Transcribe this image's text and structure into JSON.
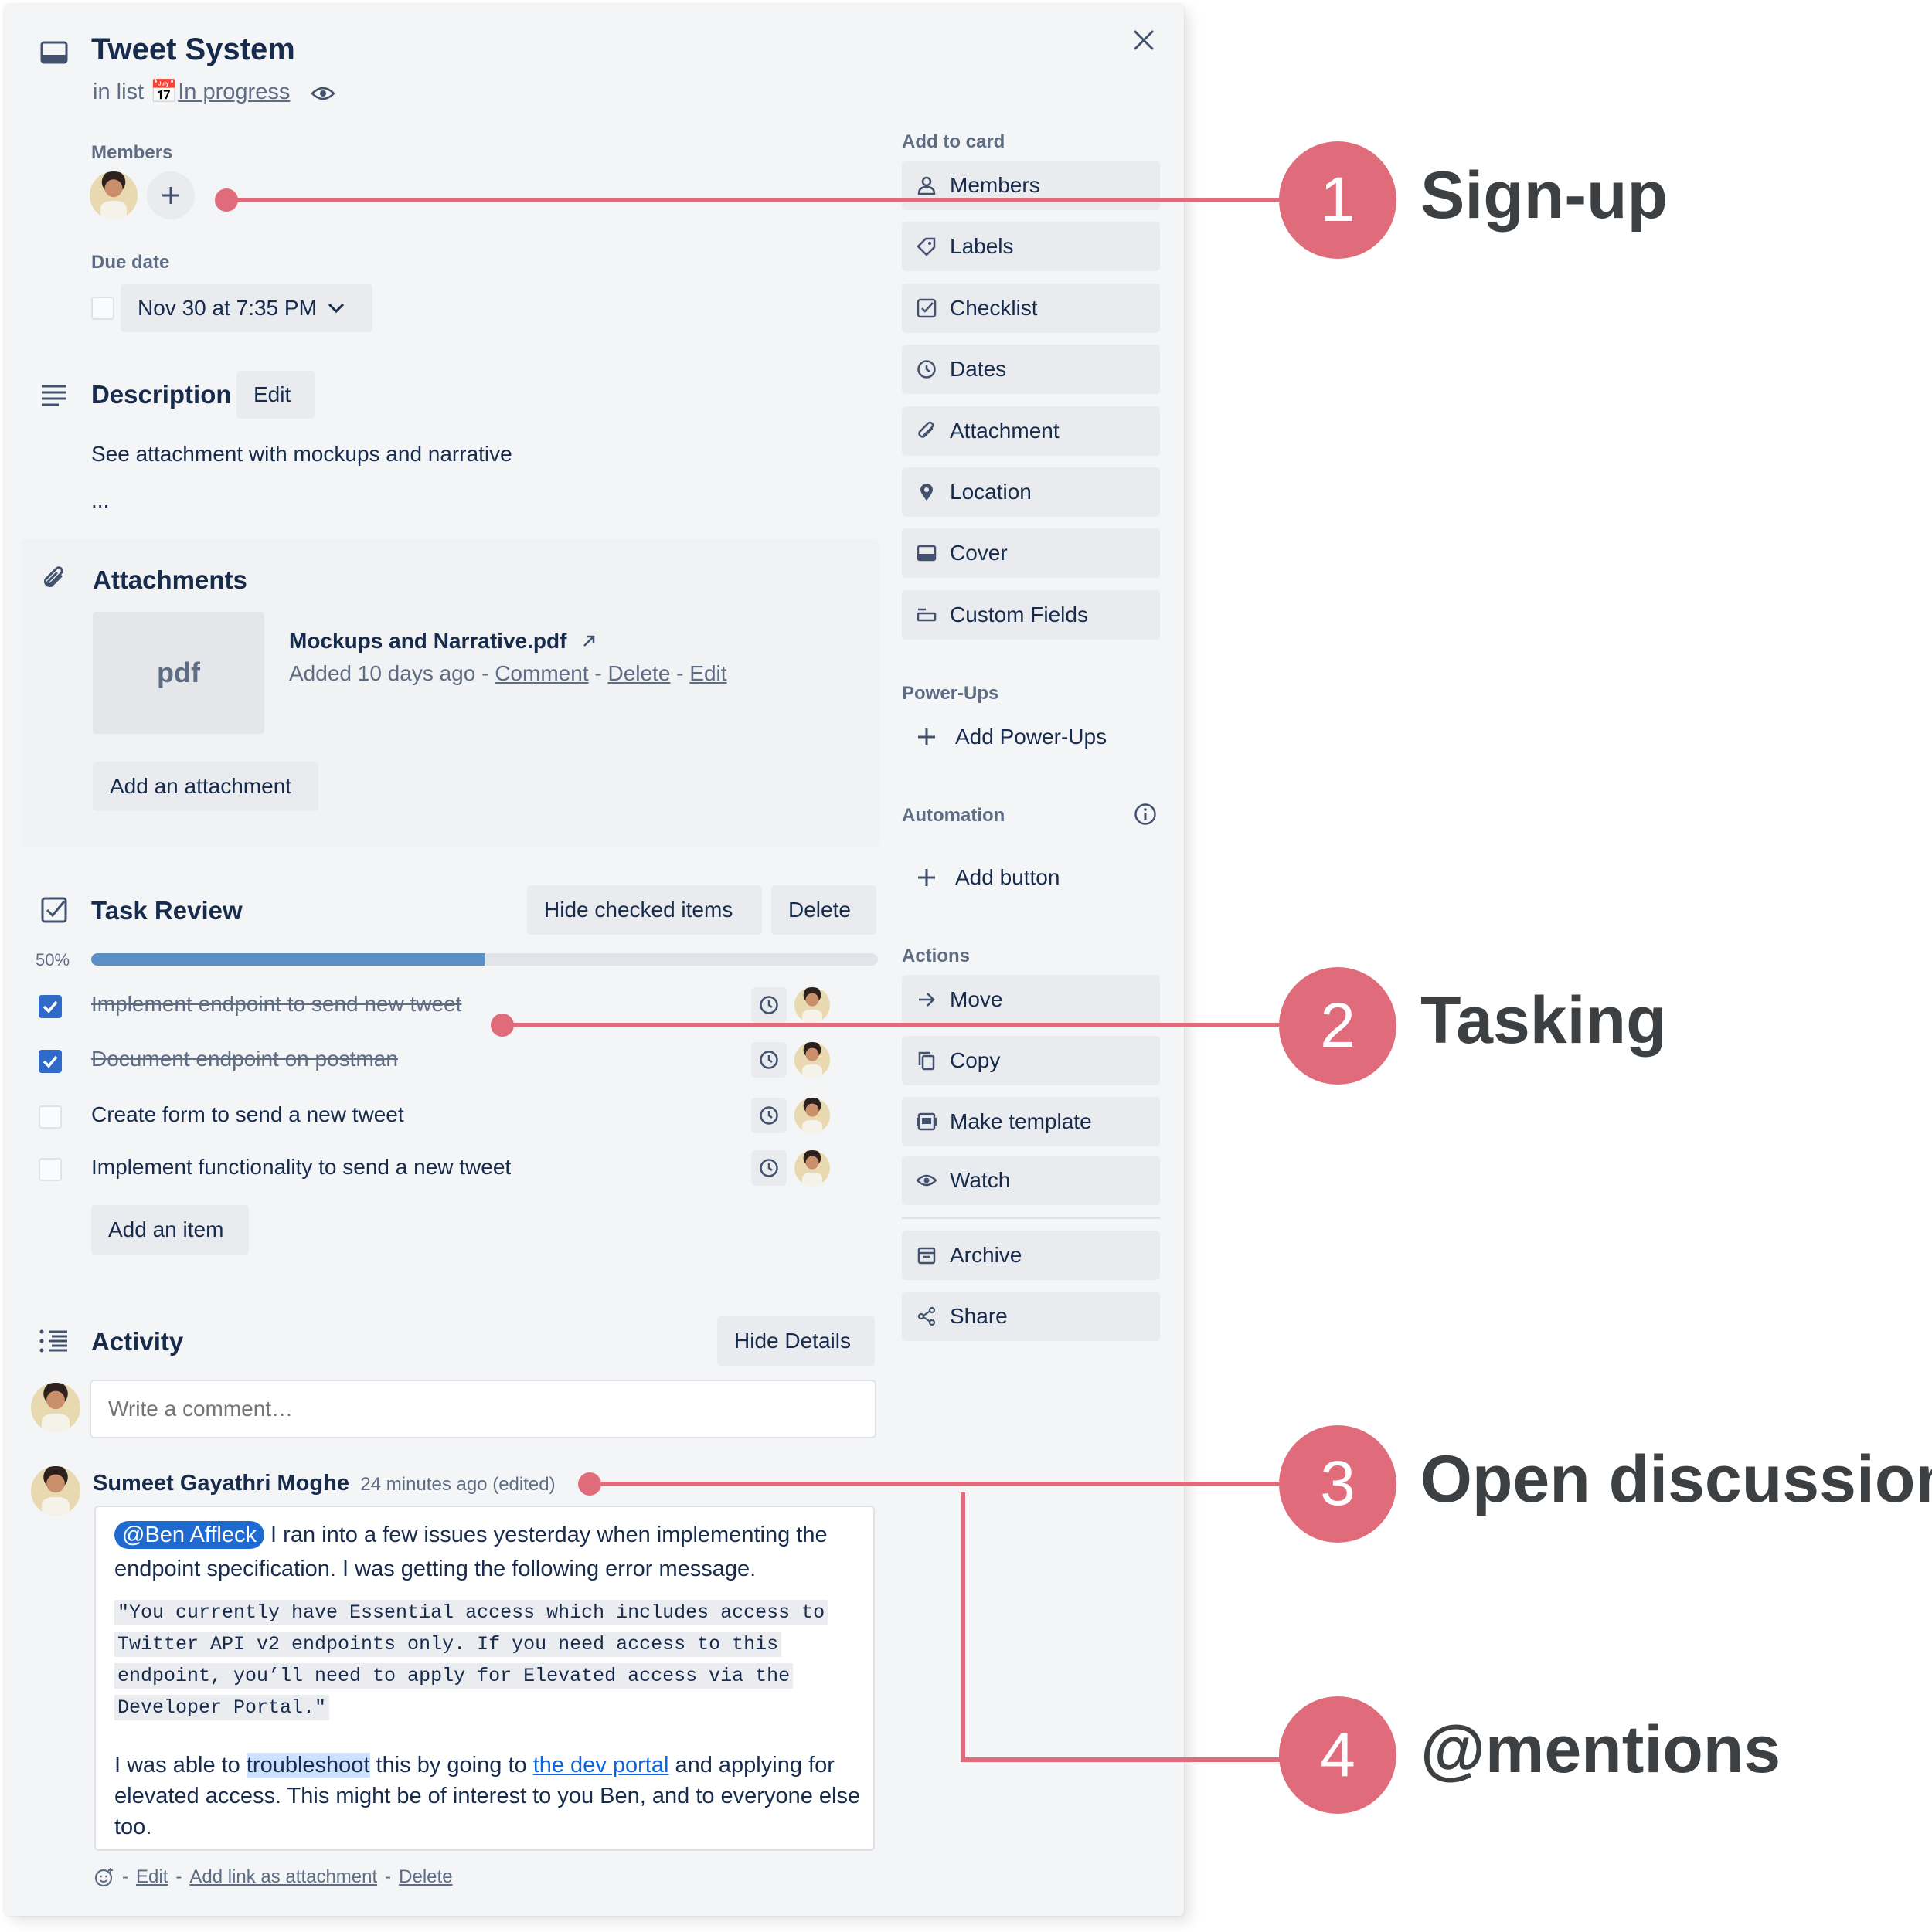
{
  "card": {
    "title": "Tweet System",
    "in_list_prefix": "in list",
    "list_emoji": "📅",
    "list_name": "In progress",
    "members_label": "Members",
    "due_date_label": "Due date",
    "due_date_value": "Nov 30 at 7:35 PM",
    "due_date_checked": false
  },
  "description": {
    "title": "Description",
    "edit_label": "Edit",
    "text": "See attachment with mockups and narrative",
    "ellipsis": "..."
  },
  "attachments": {
    "title": "Attachments",
    "items": [
      {
        "thumb": "pdf",
        "name": "Mockups and Narrative.pdf",
        "meta_prefix": "Added 10 days ago - ",
        "comment": "Comment",
        "delete": "Delete",
        "edit": "Edit",
        "sep": " - "
      }
    ],
    "add_label": "Add an attachment"
  },
  "checklist": {
    "title": "Task Review",
    "hide_checked_label": "Hide checked items",
    "delete_label": "Delete",
    "percent": "50%",
    "progress": 0.5,
    "items": [
      {
        "text": "Implement endpoint to send new tweet",
        "checked": true
      },
      {
        "text": "Document endpoint on postman",
        "checked": true
      },
      {
        "text": "Create form to send a new tweet",
        "checked": false
      },
      {
        "text": "Implement functionality to send a new tweet",
        "checked": false
      }
    ],
    "add_item_label": "Add an item"
  },
  "activity": {
    "title": "Activity",
    "hide_details_label": "Hide Details",
    "comment_placeholder": "Write a comment…",
    "comment": {
      "author": "Sumeet Gayathri Moghe",
      "time": "24 minutes ago (edited)",
      "mention": "@Ben Affleck",
      "para1_a": " I ran into a few issues yesterday when implementing the",
      "para1_b": "endpoint specification. I was getting the following error message.",
      "code": [
        "\"You currently have Essential access which includes access to",
        "Twitter API v2 endpoints only. If you need access to this",
        "endpoint, you’ll need to apply for Elevated access via the",
        "Developer Portal.\""
      ],
      "para2_a": "I was able to ",
      "para2_hl": "troubleshoot",
      "para2_b": " this by going to ",
      "para2_link": "the dev portal",
      "para2_c": " and applying for",
      "para2_line2": "elevated access. This might be of interest to you Ben, and to everyone else",
      "para2_line3": "too.",
      "actions": {
        "dash": "-",
        "edit": "Edit",
        "add_link": "Add link as attachment",
        "delete": "Delete"
      }
    }
  },
  "sidebar": {
    "add_to_card_label": "Add to card",
    "add_to_card": [
      {
        "label": "Members",
        "icon": "person-icon"
      },
      {
        "label": "Labels",
        "icon": "tag-icon"
      },
      {
        "label": "Checklist",
        "icon": "checklist-icon"
      },
      {
        "label": "Dates",
        "icon": "clock-icon"
      },
      {
        "label": "Attachment",
        "icon": "paperclip-icon"
      },
      {
        "label": "Location",
        "icon": "pin-icon"
      },
      {
        "label": "Cover",
        "icon": "cover-icon"
      },
      {
        "label": "Custom Fields",
        "icon": "custom-fields-icon"
      }
    ],
    "powerups_label": "Power-Ups",
    "add_powerups_label": "Add Power-Ups",
    "automation_label": "Automation",
    "add_button_label": "Add button",
    "actions_label": "Actions",
    "actions": [
      {
        "label": "Move",
        "icon": "arrow-right-icon"
      },
      {
        "label": "Copy",
        "icon": "copy-icon"
      },
      {
        "label": "Make template",
        "icon": "template-icon"
      },
      {
        "label": "Watch",
        "icon": "eye-icon"
      },
      {
        "label": "Archive",
        "icon": "archive-icon"
      },
      {
        "label": "Share",
        "icon": "share-icon"
      }
    ]
  },
  "callouts": [
    {
      "number": "1",
      "label": "Sign-up"
    },
    {
      "number": "2",
      "label": "Tasking"
    },
    {
      "number": "3",
      "label": "Open discussion"
    },
    {
      "number": "4",
      "label": "@mentions"
    }
  ],
  "colors": {
    "callout": "#e06c7b",
    "progress_fill": "#5b8fc7",
    "checkbox_checked": "#2f6ac8",
    "mention_bg": "#1f6ad1"
  }
}
